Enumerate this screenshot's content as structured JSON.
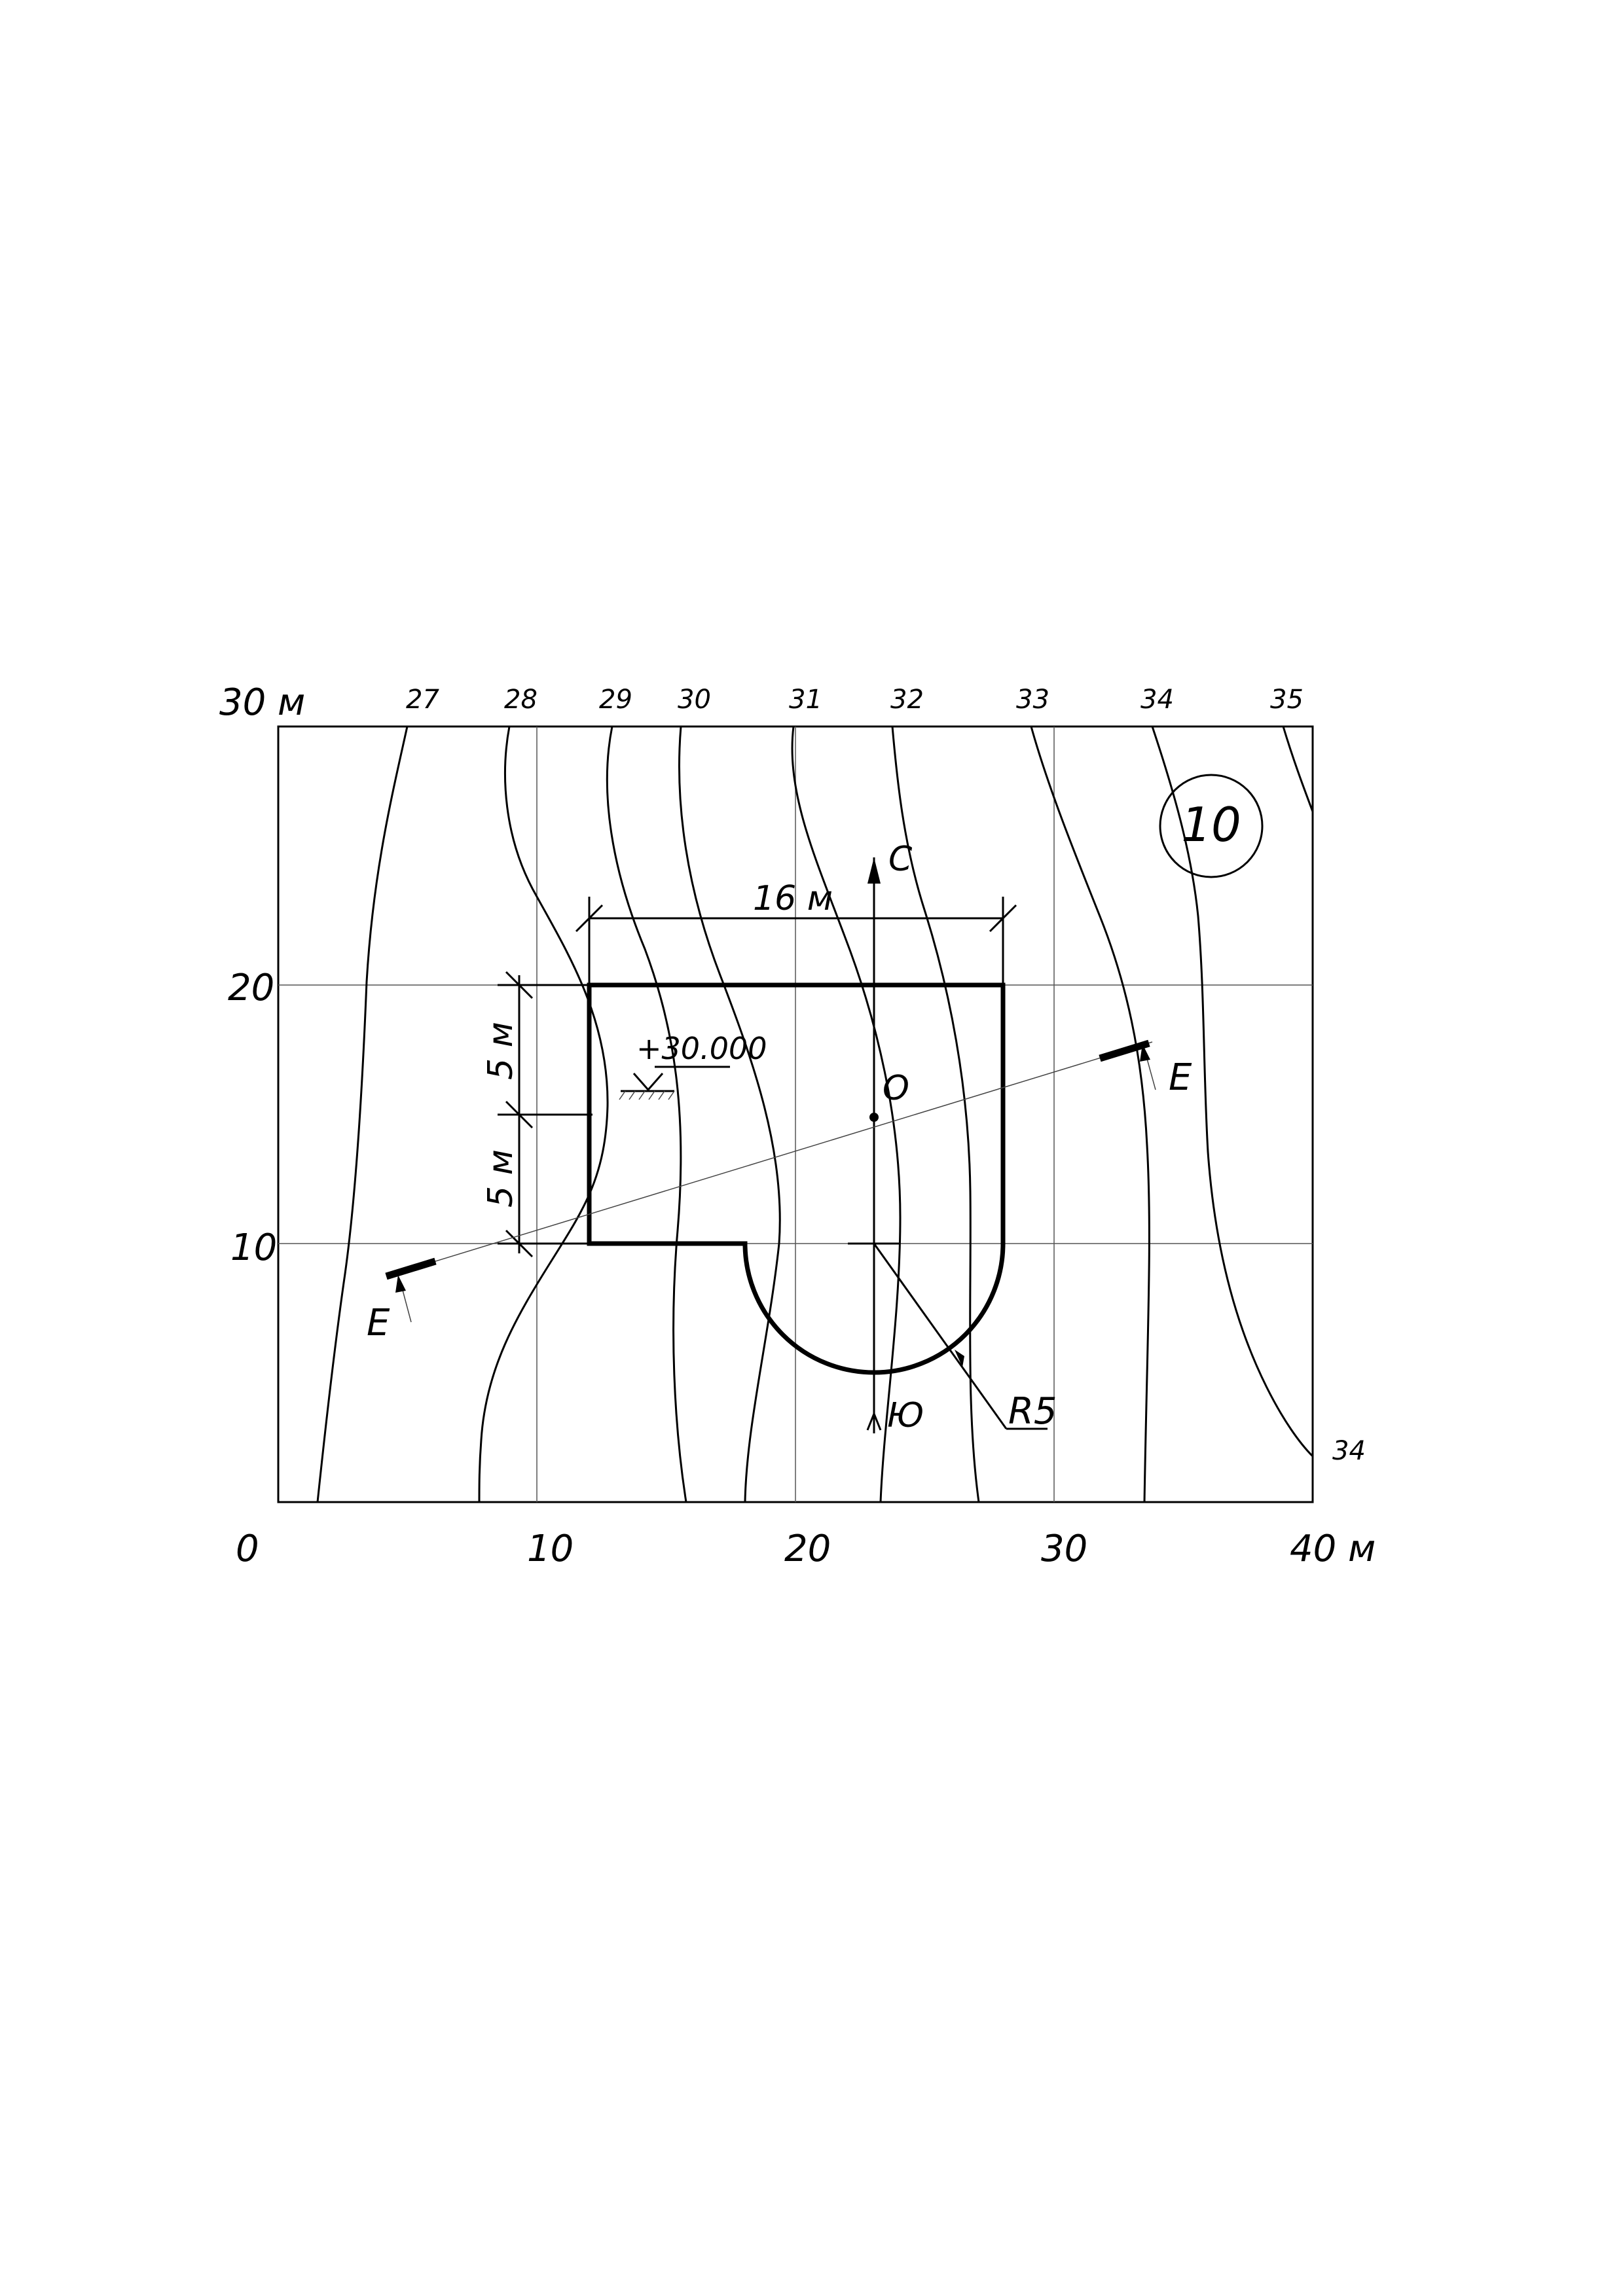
{
  "sheet_number": "10",
  "axes": {
    "x_tick_labels": [
      "0",
      "10",
      "20",
      "30",
      "40 м"
    ],
    "y_tick_labels": [
      "10",
      "20",
      "30 м"
    ]
  },
  "contour_labels": [
    "27",
    "28",
    "29",
    "30",
    "31",
    "32",
    "33",
    "34",
    "35"
  ],
  "contour_label_bottom_right": "34",
  "dimensions": {
    "width": "16 м",
    "height_upper": "5 м",
    "height_lower": "5 м",
    "radius": "R5"
  },
  "elevation_mark": "+30.000",
  "points": {
    "center": "O"
  },
  "direction_arrow": {
    "top": "С",
    "bottom": "Ю"
  },
  "section_marks": {
    "left": "Е",
    "right": "Е"
  }
}
